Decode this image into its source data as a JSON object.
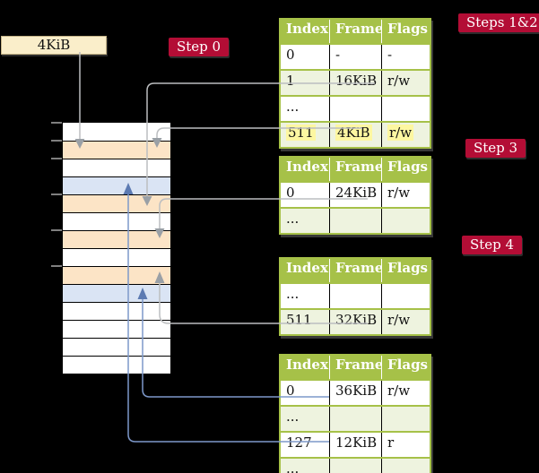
{
  "frame_box": {
    "label": "4KiB"
  },
  "badges": {
    "step0": "Step 0",
    "steps12": "Steps 1&2",
    "step3": "Step 3",
    "step4": "Step 4"
  },
  "memory": {
    "row_styles": [
      "background:#ffffff",
      "background:#fce4c6",
      "background:#ffffff",
      "background:#dae4f4",
      "background:#fce4c6",
      "background:#ffffff",
      "background:#fce4c6",
      "background:#ffffff",
      "background:#fce4c6",
      "background:#dae4f4",
      "background:#ffffff",
      "background:#ffffff",
      "background:#ffffff",
      "background:#ffffff"
    ]
  },
  "tables": [
    {
      "headers": [
        "Index",
        "Frame",
        "Flags"
      ],
      "rows": [
        {
          "cells": [
            "0",
            "-",
            "-"
          ]
        },
        {
          "cells": [
            "1",
            "16KiB",
            "r/w"
          ]
        },
        {
          "cells": [
            "...",
            "",
            ""
          ]
        },
        {
          "cells": [
            "511",
            "4KiB",
            "r/w"
          ]
        }
      ]
    },
    {
      "headers": [
        "Index",
        "Frame",
        "Flags"
      ],
      "rows": [
        {
          "cells": [
            "0",
            "24KiB",
            "r/w"
          ]
        },
        {
          "cells": [
            "...",
            "",
            ""
          ]
        }
      ]
    },
    {
      "headers": [
        "Index",
        "Frame",
        "Flags"
      ],
      "rows": [
        {
          "cells": [
            "...",
            "",
            ""
          ]
        },
        {
          "cells": [
            "511",
            "32KiB",
            "r/w"
          ]
        }
      ]
    },
    {
      "headers": [
        "Index",
        "Frame",
        "Flags"
      ],
      "rows": [
        {
          "cells": [
            "0",
            "36KiB",
            "r/w"
          ]
        },
        {
          "cells": [
            "...",
            "",
            ""
          ]
        },
        {
          "cells": [
            "127",
            "12KiB",
            "r"
          ]
        },
        {
          "cells": [
            "...",
            "",
            ""
          ]
        }
      ]
    }
  ],
  "colors": {
    "background": "#000000",
    "table_header_green": "#a6c148",
    "table_row_green": "#eef3df",
    "highlight_yellow": "#fdf7a1",
    "badge_red": "#b30d35",
    "frame_peach": "#fce4c6",
    "frame_blue": "#dae4f4",
    "frame_box_cream": "#faeeca",
    "arrow_gray": "#bcbec0",
    "arrowhead_gray": "#9aa0a6",
    "arrow_blue": "#7d98ca",
    "arrowhead_blue": "#5c7ab2"
  }
}
